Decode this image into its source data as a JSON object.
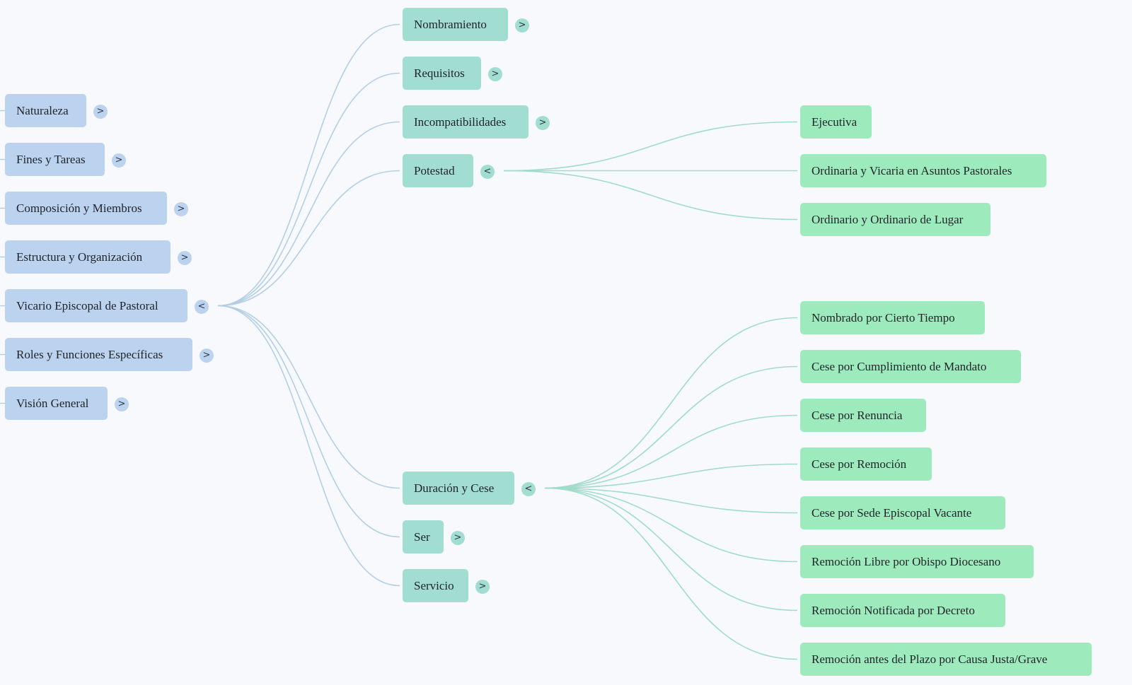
{
  "colors": {
    "background": "#f7f9fd",
    "level1": "#bbd3ee",
    "level2": "#a2ddd1",
    "level3": "#9debbd",
    "link_blue": "#b3cfe4",
    "link_green": "#a0dcc9"
  },
  "mindmap": {
    "left_nodes": [
      {
        "label": "Naturaleza",
        "toggle": ">"
      },
      {
        "label": "Fines y Tareas",
        "toggle": ">"
      },
      {
        "label": "Composición y Miembros",
        "toggle": ">"
      },
      {
        "label": "Estructura y Organización",
        "toggle": ">"
      },
      {
        "label": "Vicario Episcopal de Pastoral",
        "toggle": "<"
      },
      {
        "label": "Roles y Funciones Específicas",
        "toggle": ">"
      },
      {
        "label": "Visión General",
        "toggle": ">"
      }
    ],
    "vicario_children": [
      {
        "label": "Nombramiento",
        "toggle": ">"
      },
      {
        "label": "Requisitos",
        "toggle": ">"
      },
      {
        "label": "Incompatibilidades",
        "toggle": ">"
      },
      {
        "label": "Potestad",
        "toggle": "<"
      },
      {
        "label": "Duración y Cese",
        "toggle": "<"
      },
      {
        "label": "Ser",
        "toggle": ">"
      },
      {
        "label": "Servicio",
        "toggle": ">"
      }
    ],
    "potestad_children": [
      {
        "label": "Ejecutiva"
      },
      {
        "label": "Ordinaria y Vicaria en Asuntos Pastorales"
      },
      {
        "label": "Ordinario y Ordinario de Lugar"
      }
    ],
    "duracion_children": [
      {
        "label": "Nombrado por Cierto Tiempo"
      },
      {
        "label": "Cese por Cumplimiento de Mandato"
      },
      {
        "label": "Cese por Renuncia"
      },
      {
        "label": "Cese por Remoción"
      },
      {
        "label": "Cese por Sede Episcopal Vacante"
      },
      {
        "label": "Remoción Libre por Obispo Diocesano"
      },
      {
        "label": "Remoción Notificada por Decreto"
      },
      {
        "label": "Remoción antes del Plazo por Causa Justa/Grave"
      }
    ]
  }
}
